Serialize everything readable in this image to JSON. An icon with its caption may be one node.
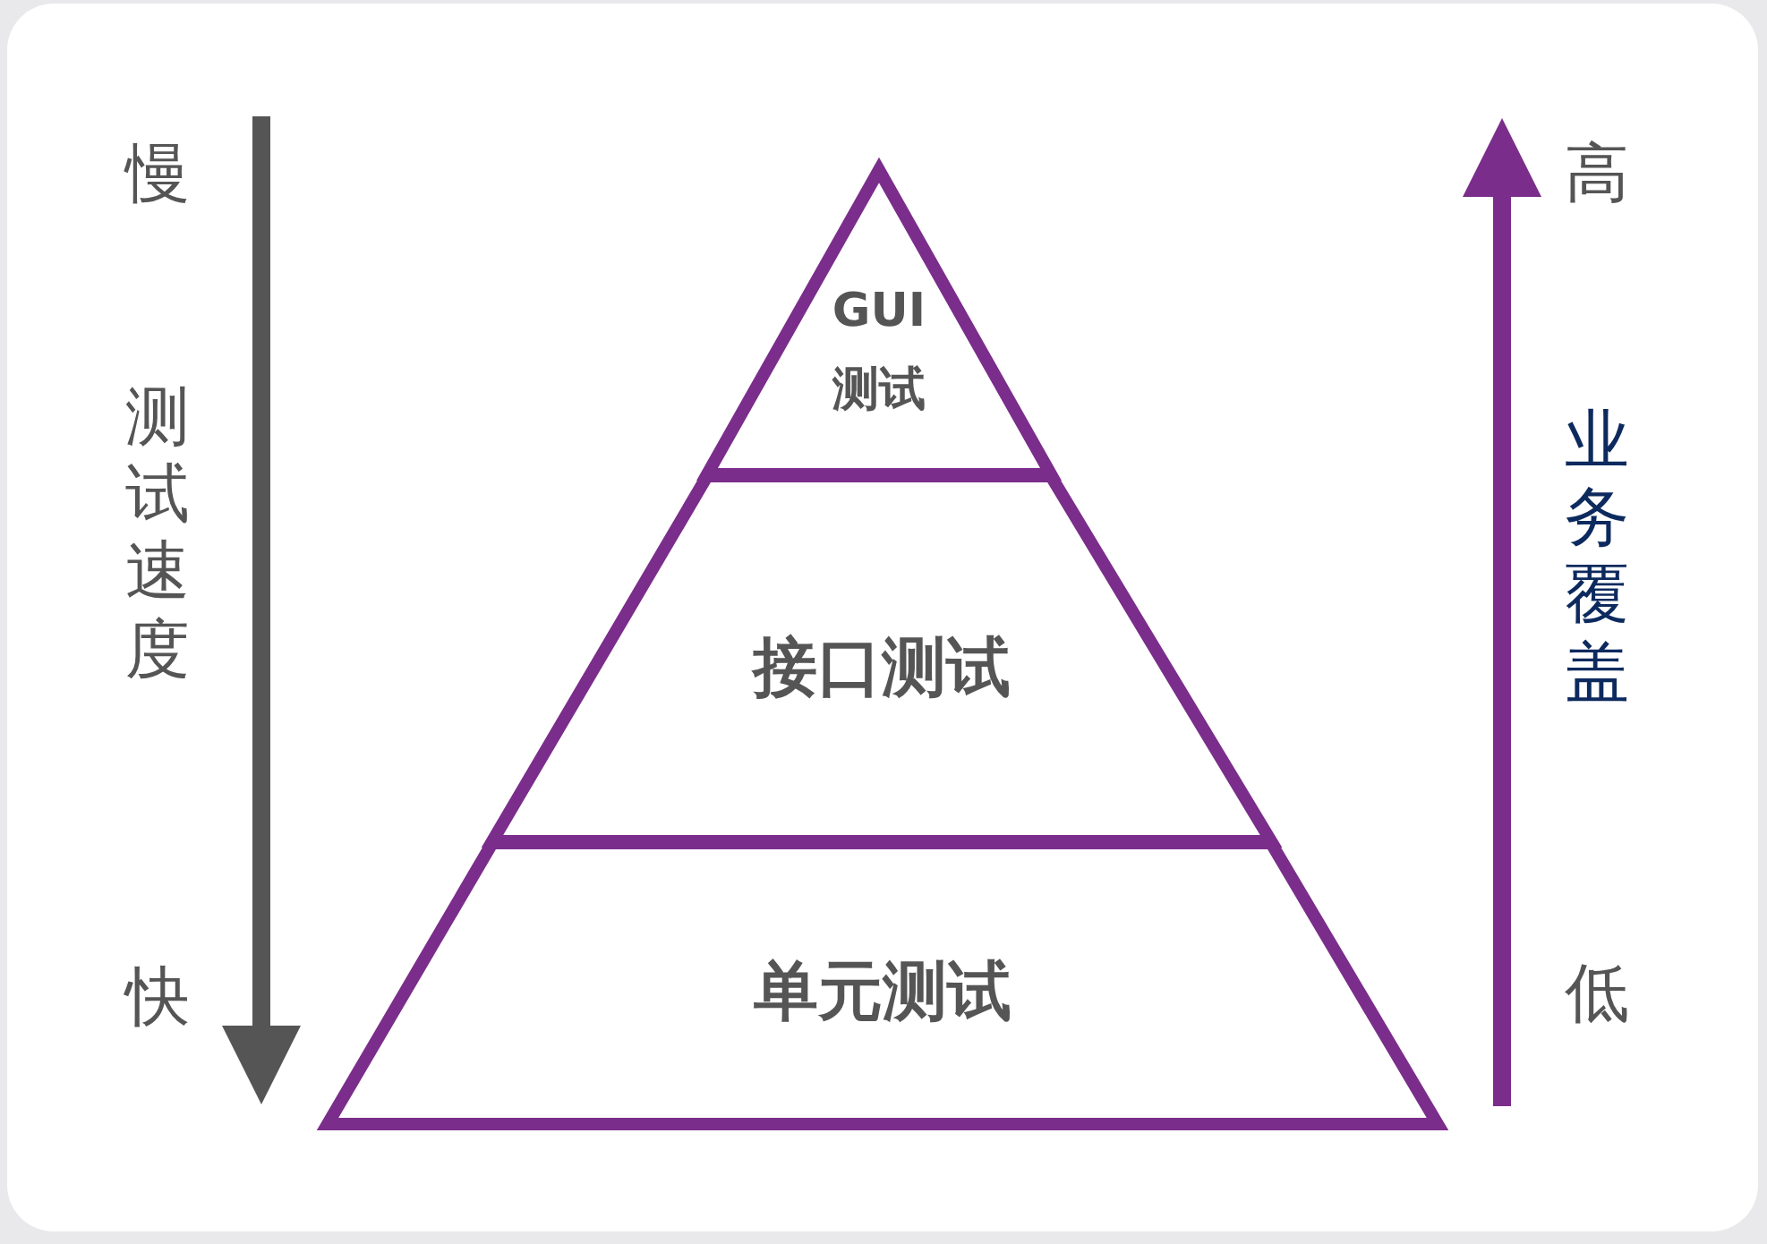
{
  "diagram": {
    "nodes": [
      {
        "text": [
          "GUI 测试"
        ]
      },
      {
        "text": [
          "接口测试"
        ]
      },
      {
        "text": [
          "单元测试"
        ]
      }
    ],
    "edges": [],
    "labels": [
      "慢",
      "测试速度",
      "快",
      "高",
      "业务覆盖",
      "低"
    ]
  }
}
